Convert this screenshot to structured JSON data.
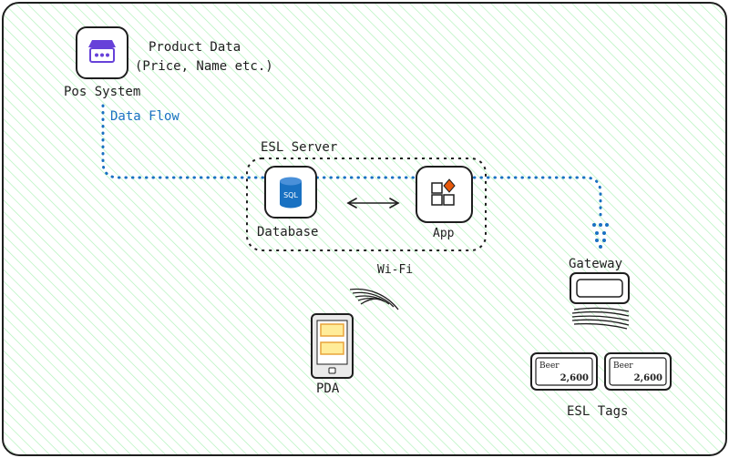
{
  "diagram": {
    "pos": {
      "label": "Pos System"
    },
    "product_data": {
      "line1": "Product  Data",
      "line2": "(Price, Name etc.)"
    },
    "data_flow": {
      "label": "Data Flow"
    },
    "esl_server": {
      "label": "ESL Server"
    },
    "database": {
      "label": "Database",
      "icon_text": "SQL"
    },
    "app": {
      "label": "App"
    },
    "wifi": {
      "label": "Wi-Fi"
    },
    "pda": {
      "label": "PDA"
    },
    "gateway": {
      "label": "Gateway"
    },
    "esl_tags": {
      "label": "ESL Tags",
      "tags": [
        {
          "name": "Beer",
          "price": "2,600"
        },
        {
          "name": "Beer",
          "price": "2,600"
        }
      ]
    }
  },
  "colors": {
    "hatch": "#b2f2bb",
    "stroke": "#1e1e1e",
    "flow": "#1971c2",
    "pos_roof": "#6741d9",
    "database": "#1971c2",
    "app_diamond": "#e8590c",
    "pda_slot": "#ffec99",
    "pda_slot_stroke": "#e8a33a"
  }
}
